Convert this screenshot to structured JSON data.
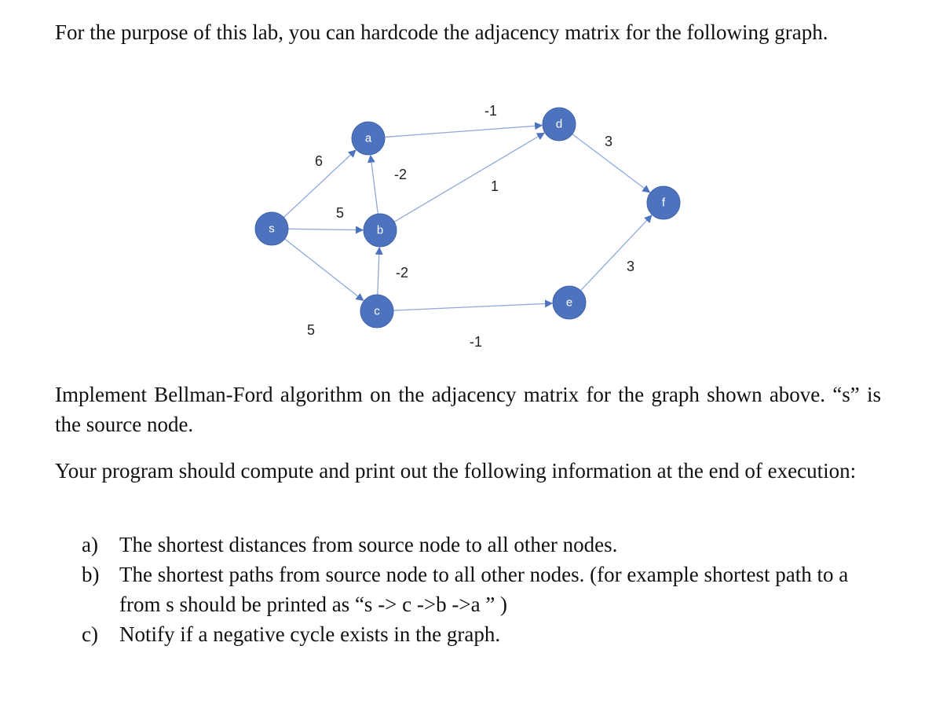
{
  "intro": "For the purpose of this lab, you can hardcode the adjacency matrix for the following graph.",
  "task": "Implement Bellman-Ford algorithm on the adjacency matrix for the graph shown above. “s” is the source node.",
  "requirement": "Your program should compute and print out the following information at the end of execution:",
  "items": [
    {
      "marker": "a)",
      "text": "The shortest distances from source node to all other nodes."
    },
    {
      "marker": "b)",
      "text": "The shortest paths from source node to all other nodes.  (for example shortest path to a from s should be printed as “s -> c  ->b ->a ” )"
    },
    {
      "marker": "c)",
      "text": "Notify if a negative cycle exists in the graph."
    }
  ],
  "graph": {
    "node_color": "#4E73BE",
    "edge_color": "#8FA9DA",
    "nodes": [
      {
        "id": "s",
        "label": "s"
      },
      {
        "id": "a",
        "label": "a"
      },
      {
        "id": "b",
        "label": "b"
      },
      {
        "id": "c",
        "label": "c"
      },
      {
        "id": "d",
        "label": "d"
      },
      {
        "id": "e",
        "label": "e"
      },
      {
        "id": "f",
        "label": "f"
      }
    ],
    "edges": [
      {
        "from": "s",
        "to": "a",
        "weight": "6"
      },
      {
        "from": "s",
        "to": "b",
        "weight": "5"
      },
      {
        "from": "s",
        "to": "c",
        "weight": "5"
      },
      {
        "from": "b",
        "to": "a",
        "weight": "-2"
      },
      {
        "from": "c",
        "to": "b",
        "weight": "-2"
      },
      {
        "from": "a",
        "to": "d",
        "weight": "-1"
      },
      {
        "from": "b",
        "to": "d",
        "weight": "1"
      },
      {
        "from": "c",
        "to": "e",
        "weight": "-1"
      },
      {
        "from": "d",
        "to": "f",
        "weight": "3"
      },
      {
        "from": "e",
        "to": "f",
        "weight": "3"
      }
    ]
  }
}
